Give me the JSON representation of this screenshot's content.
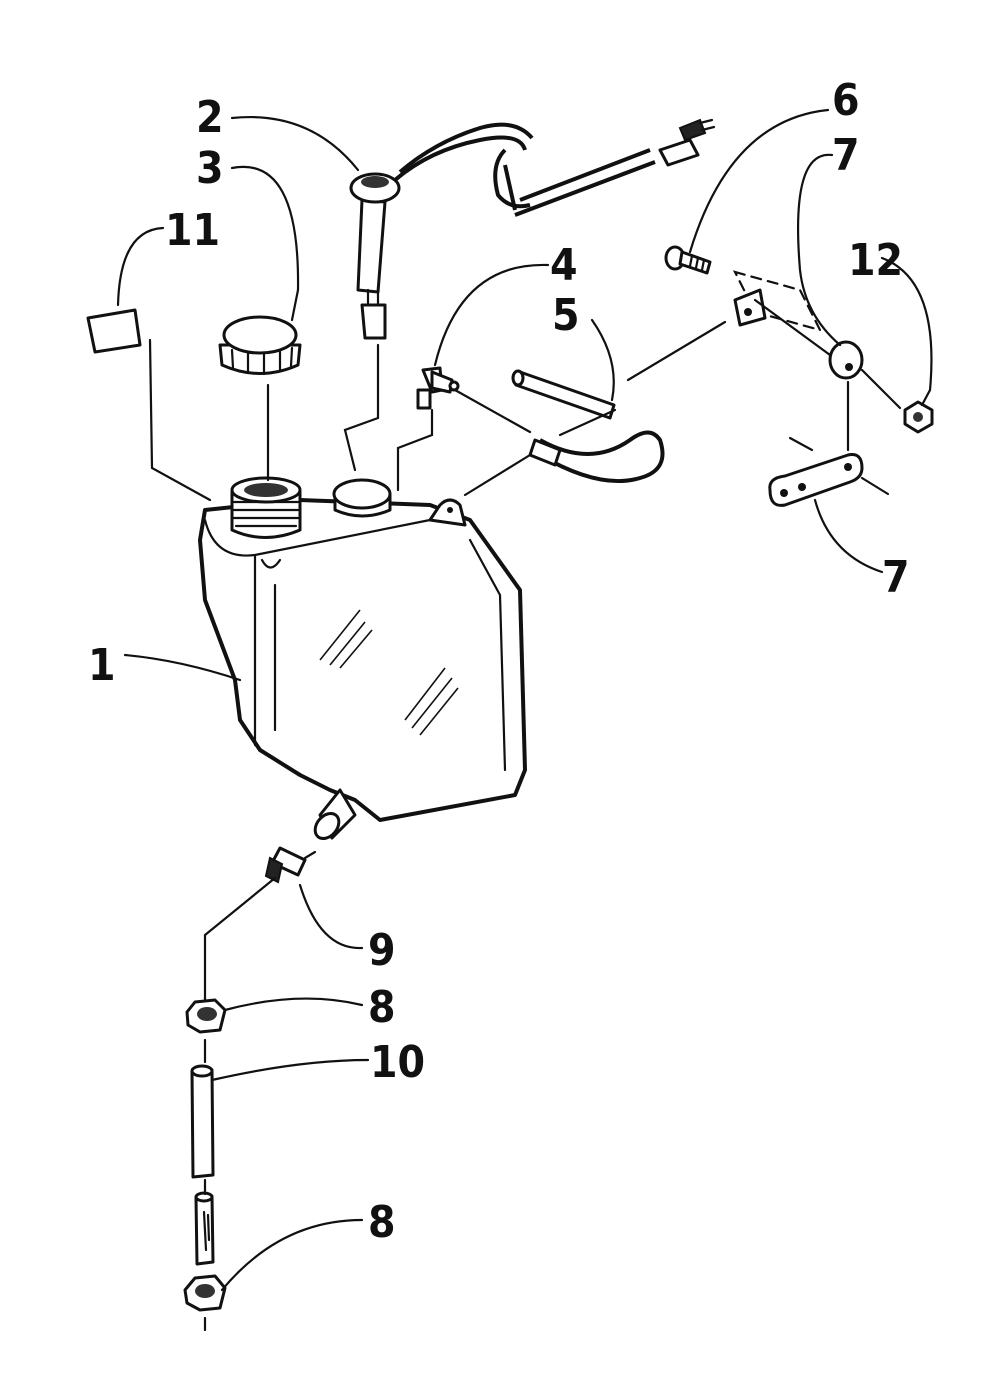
{
  "callouts": {
    "c1": "1",
    "c2": "2",
    "c3": "3",
    "c4": "4",
    "c5": "5",
    "c6": "6",
    "c7a": "7",
    "c7b": "7",
    "c8a": "8",
    "c8b": "8",
    "c9": "9",
    "c10": "10",
    "c11": "11",
    "c12": "12"
  }
}
